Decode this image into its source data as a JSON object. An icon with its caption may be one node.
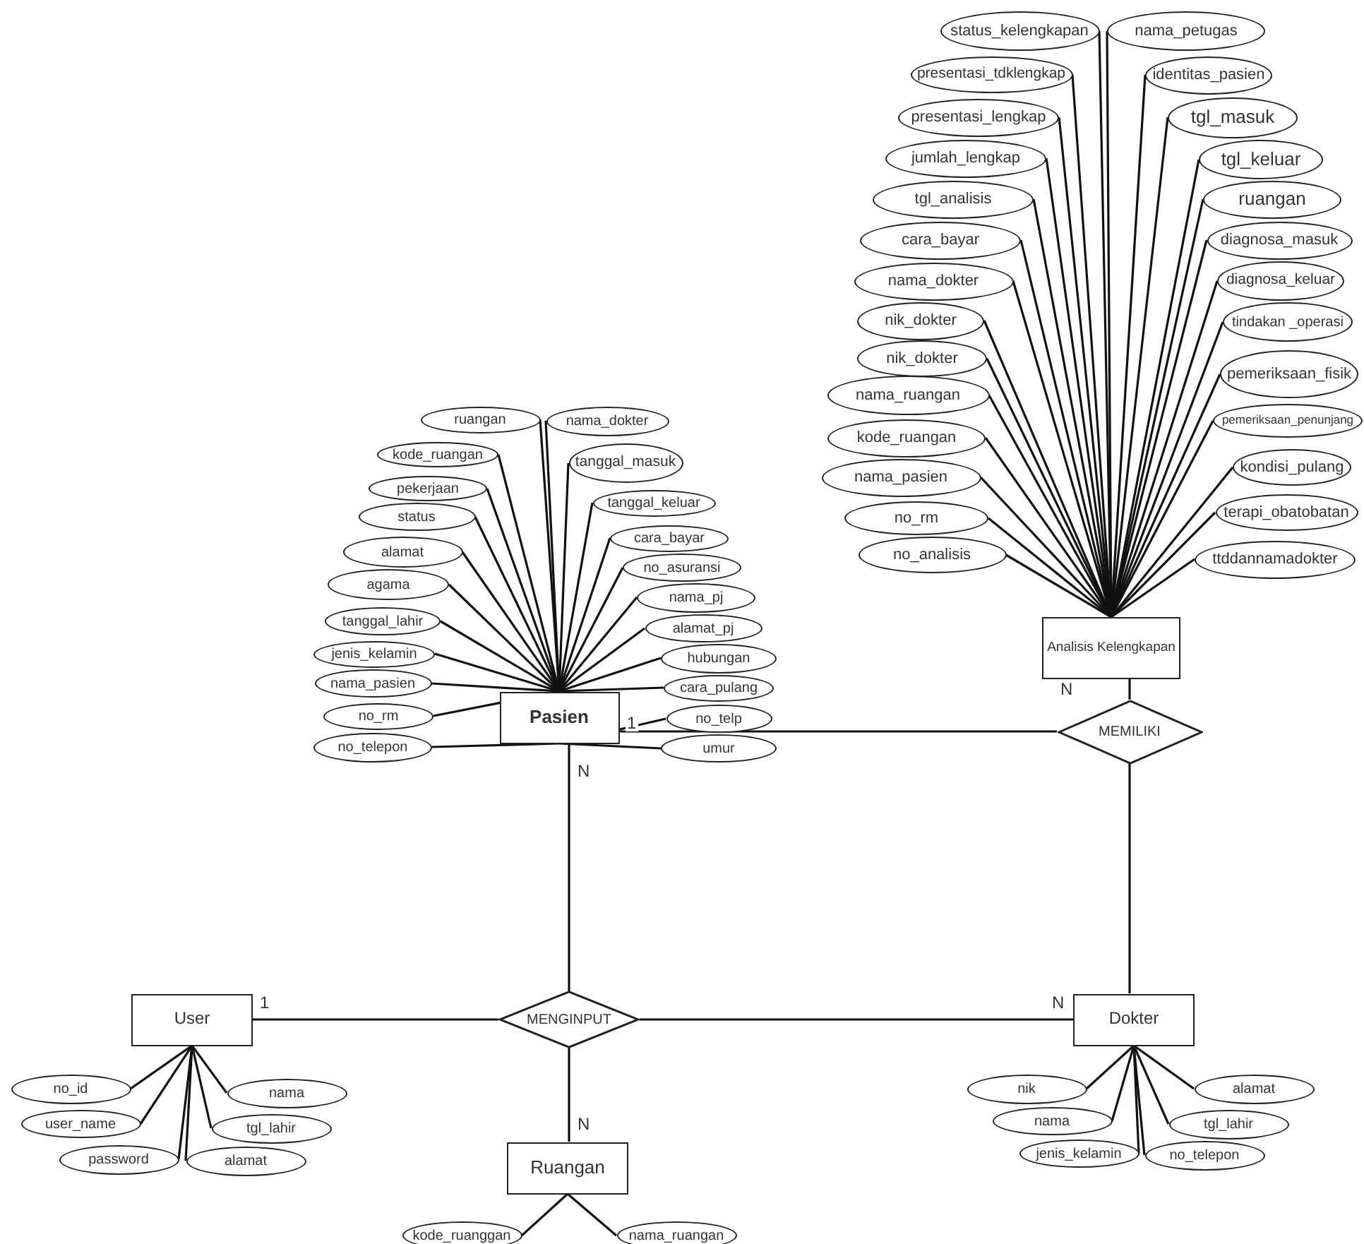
{
  "diagram": {
    "nodes": [
      {
        "text": [
          "Analisis Kelengkapan"
        ]
      },
      {
        "text": [
          "Pasien"
        ]
      },
      {
        "text": [
          "MEMILIKI"
        ]
      },
      {
        "text": [
          "User"
        ]
      },
      {
        "text": [
          "MENGINPUT"
        ]
      },
      {
        "text": [
          "Dokter"
        ]
      },
      {
        "text": [
          "Ruangan"
        ]
      },
      {
        "text": [
          "status_kelengkapan"
        ]
      },
      {
        "text": [
          "nama_petugas"
        ]
      },
      {
        "text": [
          "presentasi_tdklengkap"
        ]
      },
      {
        "text": [
          "identitas_pasien"
        ]
      },
      {
        "text": [
          "presentasi_lengkap"
        ]
      },
      {
        "text": [
          "tgl_masuk"
        ]
      },
      {
        "text": [
          "jumlah_lengkap"
        ]
      },
      {
        "text": [
          "tgl_keluar"
        ]
      },
      {
        "text": [
          "tgl_analisis"
        ]
      },
      {
        "text": [
          "ruangan"
        ]
      },
      {
        "text": [
          "cara_bayar"
        ]
      },
      {
        "text": [
          "diagnosa_masuk"
        ]
      },
      {
        "text": [
          "nama_dokter"
        ]
      },
      {
        "text": [
          "diagnosa_keluar"
        ]
      },
      {
        "text": [
          "nik_dokter"
        ]
      },
      {
        "text": [
          "tindakan _operasi"
        ]
      },
      {
        "text": [
          "nik_dokter"
        ]
      },
      {
        "text": [
          "pemeriksaan_fisik"
        ]
      },
      {
        "text": [
          "nama_ruangan"
        ]
      },
      {
        "text": [
          "kode_ruangan"
        ]
      },
      {
        "text": [
          "pemeriksaan_penunjang"
        ]
      },
      {
        "text": [
          "nama_pasien"
        ]
      },
      {
        "text": [
          "kondisi_pulang"
        ]
      },
      {
        "text": [
          "no_rm"
        ]
      },
      {
        "text": [
          "terapi_obatobatan"
        ]
      },
      {
        "text": [
          "no_analisis"
        ]
      },
      {
        "text": [
          "ttddannamadokter"
        ]
      },
      {
        "text": [
          "ruangan"
        ]
      },
      {
        "text": [
          "nama_dokter"
        ]
      },
      {
        "text": [
          "kode_ruangan"
        ]
      },
      {
        "text": [
          "tanggal_masuk"
        ]
      },
      {
        "text": [
          "pekerjaan"
        ]
      },
      {
        "text": [
          "tanggal_keluar"
        ]
      },
      {
        "text": [
          "status"
        ]
      },
      {
        "text": [
          "cara_bayar"
        ]
      },
      {
        "text": [
          "alamat"
        ]
      },
      {
        "text": [
          "no_asuransi"
        ]
      },
      {
        "text": [
          "agama"
        ]
      },
      {
        "text": [
          "nama_pj"
        ]
      },
      {
        "text": [
          "tanggal_lahir"
        ]
      },
      {
        "text": [
          "alamat_pj"
        ]
      },
      {
        "text": [
          "jenis_kelamin"
        ]
      },
      {
        "text": [
          "hubungan"
        ]
      },
      {
        "text": [
          "nama_pasien"
        ]
      },
      {
        "text": [
          "cara_pulang"
        ]
      },
      {
        "text": [
          "no_rm"
        ]
      },
      {
        "text": [
          "no_telp"
        ]
      },
      {
        "text": [
          "no_telepon"
        ]
      },
      {
        "text": [
          "umur"
        ]
      },
      {
        "text": [
          "no_id"
        ]
      },
      {
        "text": [
          "nama"
        ]
      },
      {
        "text": [
          "user_name"
        ]
      },
      {
        "text": [
          "tgl_lahir"
        ]
      },
      {
        "text": [
          "password"
        ]
      },
      {
        "text": [
          "alamat"
        ]
      },
      {
        "text": [
          "nik"
        ]
      },
      {
        "text": [
          "alamat"
        ]
      },
      {
        "text": [
          "nama"
        ]
      },
      {
        "text": [
          "tgl_lahir"
        ]
      },
      {
        "text": [
          "jenis_kelamin"
        ]
      },
      {
        "text": [
          "no_telepon"
        ]
      },
      {
        "text": [
          "kode_ruanggan"
        ]
      },
      {
        "text": [
          "nama_ruangan"
        ]
      }
    ],
    "edges": [
      {
        "from": 1,
        "to": 2,
        "arrow": "none"
      },
      {
        "from": 2,
        "to": 0,
        "arrow": "none"
      },
      {
        "from": 2,
        "to": 5,
        "arrow": "none"
      },
      {
        "from": 1,
        "to": 4,
        "arrow": "none"
      },
      {
        "from": 3,
        "to": 4,
        "arrow": "none"
      },
      {
        "from": 4,
        "to": 5,
        "arrow": "none"
      },
      {
        "from": 4,
        "to": 6,
        "arrow": "none"
      },
      {
        "from": 0,
        "to": 7,
        "arrow": "none"
      },
      {
        "from": 0,
        "to": 8,
        "arrow": "none"
      },
      {
        "from": 0,
        "to": 9,
        "arrow": "none"
      },
      {
        "from": 0,
        "to": 10,
        "arrow": "none"
      },
      {
        "from": 0,
        "to": 11,
        "arrow": "none"
      },
      {
        "from": 0,
        "to": 12,
        "arrow": "none"
      },
      {
        "from": 0,
        "to": 13,
        "arrow": "none"
      },
      {
        "from": 0,
        "to": 14,
        "arrow": "none"
      },
      {
        "from": 0,
        "to": 15,
        "arrow": "none"
      },
      {
        "from": 0,
        "to": 16,
        "arrow": "none"
      },
      {
        "from": 0,
        "to": 17,
        "arrow": "none"
      },
      {
        "from": 0,
        "to": 18,
        "arrow": "none"
      },
      {
        "from": 0,
        "to": 19,
        "arrow": "none"
      },
      {
        "from": 0,
        "to": 20,
        "arrow": "none"
      },
      {
        "from": 0,
        "to": 21,
        "arrow": "none"
      },
      {
        "from": 0,
        "to": 22,
        "arrow": "none"
      },
      {
        "from": 0,
        "to": 23,
        "arrow": "none"
      },
      {
        "from": 0,
        "to": 24,
        "arrow": "none"
      },
      {
        "from": 0,
        "to": 25,
        "arrow": "none"
      },
      {
        "from": 0,
        "to": 26,
        "arrow": "none"
      },
      {
        "from": 0,
        "to": 27,
        "arrow": "none"
      },
      {
        "from": 0,
        "to": 28,
        "arrow": "none"
      },
      {
        "from": 0,
        "to": 29,
        "arrow": "none"
      },
      {
        "from": 0,
        "to": 30,
        "arrow": "none"
      },
      {
        "from": 0,
        "to": 31,
        "arrow": "none"
      },
      {
        "from": 0,
        "to": 32,
        "arrow": "none"
      },
      {
        "from": 0,
        "to": 33,
        "arrow": "none"
      },
      {
        "from": 1,
        "to": 34,
        "arrow": "none"
      },
      {
        "from": 1,
        "to": 35,
        "arrow": "none"
      },
      {
        "from": 1,
        "to": 36,
        "arrow": "none"
      },
      {
        "from": 1,
        "to": 37,
        "arrow": "none"
      },
      {
        "from": 1,
        "to": 38,
        "arrow": "none"
      },
      {
        "from": 1,
        "to": 39,
        "arrow": "none"
      },
      {
        "from": 1,
        "to": 40,
        "arrow": "none"
      },
      {
        "from": 1,
        "to": 41,
        "arrow": "none"
      },
      {
        "from": 1,
        "to": 42,
        "arrow": "none"
      },
      {
        "from": 1,
        "to": 43,
        "arrow": "none"
      },
      {
        "from": 1,
        "to": 44,
        "arrow": "none"
      },
      {
        "from": 1,
        "to": 45,
        "arrow": "none"
      },
      {
        "from": 1,
        "to": 46,
        "arrow": "none"
      },
      {
        "from": 1,
        "to": 47,
        "arrow": "none"
      },
      {
        "from": 1,
        "to": 48,
        "arrow": "none"
      },
      {
        "from": 1,
        "to": 49,
        "arrow": "none"
      },
      {
        "from": 1,
        "to": 50,
        "arrow": "none"
      },
      {
        "from": 1,
        "to": 51,
        "arrow": "none"
      },
      {
        "from": 1,
        "to": 52,
        "arrow": "none"
      },
      {
        "from": 1,
        "to": 53,
        "arrow": "none"
      },
      {
        "from": 1,
        "to": 54,
        "arrow": "none"
      },
      {
        "from": 1,
        "to": 55,
        "arrow": "none"
      },
      {
        "from": 3,
        "to": 56,
        "arrow": "none"
      },
      {
        "from": 3,
        "to": 57,
        "arrow": "none"
      },
      {
        "from": 3,
        "to": 58,
        "arrow": "none"
      },
      {
        "from": 3,
        "to": 59,
        "arrow": "none"
      },
      {
        "from": 3,
        "to": 60,
        "arrow": "none"
      },
      {
        "from": 3,
        "to": 61,
        "arrow": "none"
      },
      {
        "from": 5,
        "to": 62,
        "arrow": "none"
      },
      {
        "from": 5,
        "to": 63,
        "arrow": "none"
      },
      {
        "from": 5,
        "to": 64,
        "arrow": "none"
      },
      {
        "from": 5,
        "to": 65,
        "arrow": "none"
      },
      {
        "from": 5,
        "to": 66,
        "arrow": "none"
      },
      {
        "from": 5,
        "to": 67,
        "arrow": "none"
      },
      {
        "from": 6,
        "to": 68,
        "arrow": "none"
      },
      {
        "from": 6,
        "to": 69,
        "arrow": "none"
      }
    ],
    "labels": [
      "N",
      "1",
      "N",
      "1",
      "N",
      "N"
    ]
  }
}
